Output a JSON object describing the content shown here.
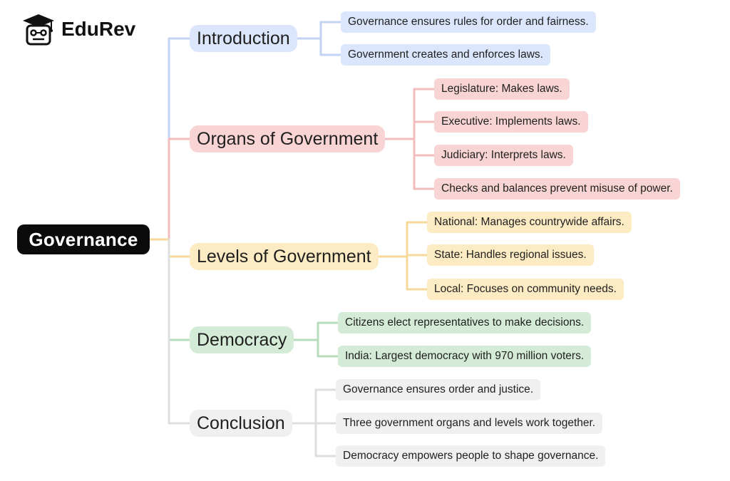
{
  "brand": {
    "name": "EduRev",
    "icon": "graduation-cap-icon"
  },
  "root": {
    "label": "Governance"
  },
  "colors": {
    "root_bg": "#0b0b0b",
    "intro_fill": "#dbe6fc",
    "intro_line": "#c3d3f3",
    "organs_fill": "#f9d4d4",
    "organs_line": "#f2bcbc",
    "levels_fill": "#fdebc3",
    "levels_line": "#f6d99a",
    "democracy_fill": "#d4ecd7",
    "democracy_line": "#b6dcbc",
    "conclusion_fill": "#f0f0f0",
    "conclusion_line": "#dedede"
  },
  "branches": [
    {
      "key": "introduction",
      "label": "Introduction",
      "leaves": [
        "Governance ensures rules for order and fairness.",
        "Government creates and enforces laws."
      ]
    },
    {
      "key": "organs",
      "label": "Organs of Government",
      "leaves": [
        "Legislature: Makes laws.",
        "Executive: Implements laws.",
        "Judiciary: Interprets laws.",
        "Checks and balances prevent misuse of power."
      ]
    },
    {
      "key": "levels",
      "label": "Levels of Government",
      "leaves": [
        "National: Manages countrywide affairs.",
        "State: Handles regional issues.",
        "Local: Focuses on community needs."
      ]
    },
    {
      "key": "democracy",
      "label": "Democracy",
      "leaves": [
        "Citizens elect representatives to make decisions.",
        "India: Largest democracy with 970 million voters."
      ]
    },
    {
      "key": "conclusion",
      "label": "Conclusion",
      "leaves": [
        "Governance ensures order and justice.",
        "Three government organs and levels work together.",
        "Democracy empowers people to shape governance."
      ]
    }
  ]
}
